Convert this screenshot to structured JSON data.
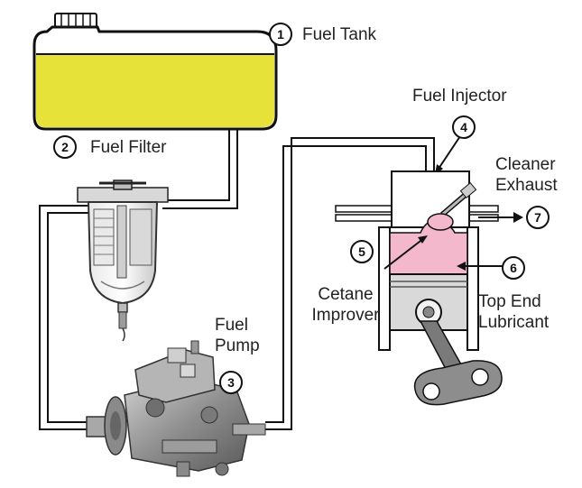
{
  "colors": {
    "fuel": "#e6e23a",
    "chamber": "#f4b8cc",
    "outline": "#111111",
    "metal": "#9a9a9a"
  },
  "components": [
    {
      "number": "1",
      "label": "Fuel Tank",
      "icon": "fuel-tank-icon"
    },
    {
      "number": "2",
      "label": "Fuel Filter",
      "icon": "fuel-filter-icon"
    },
    {
      "number": "3",
      "label": "Fuel Pump",
      "icon": "fuel-pump-icon"
    },
    {
      "number": "4",
      "label": "Fuel Injector",
      "icon": "fuel-injector-icon"
    },
    {
      "number": "5",
      "label": "Cetane Improver",
      "icon": "combustion-chamber-icon"
    },
    {
      "number": "6",
      "label": "Top End Lubricant",
      "icon": "piston-icon"
    },
    {
      "number": "7",
      "label": "Cleaner Exhaust",
      "icon": "exhaust-arrow-icon"
    }
  ]
}
